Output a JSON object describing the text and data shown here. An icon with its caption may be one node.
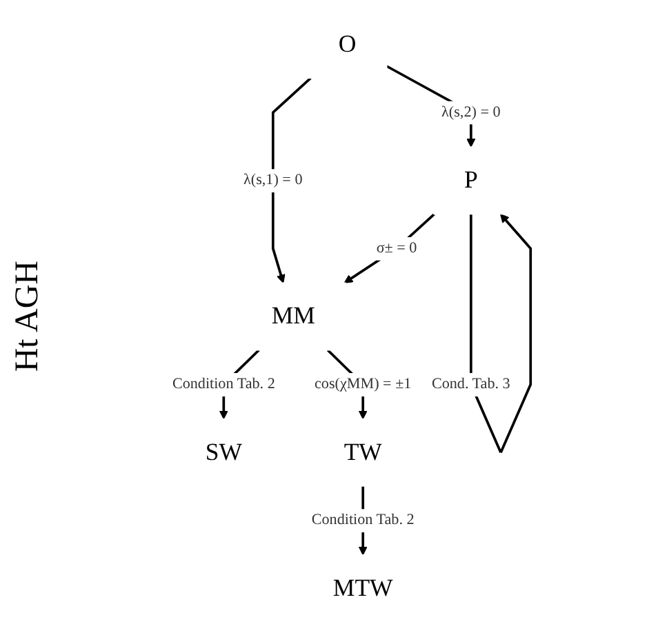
{
  "diagram": {
    "nodes": [
      {
        "text": [
          "O"
        ]
      },
      {
        "text": [
          "P"
        ]
      },
      {
        "text": [
          "MM"
        ]
      },
      {
        "text": [
          "SW"
        ]
      },
      {
        "text": [
          "TW"
        ]
      },
      {
        "text": [
          "MTW"
        ]
      }
    ],
    "edges": [
      {
        "from": 0,
        "to": 1,
        "arrow": "to",
        "label": "λ(s,2) = 0"
      },
      {
        "from": 0,
        "to": 2,
        "arrow": "to",
        "label": "λ(s,1) = 0"
      },
      {
        "from": 1,
        "to": 1,
        "arrow": "to",
        "label": "Cond. Tab. 3"
      },
      {
        "from": 1,
        "to": 2,
        "arrow": "to",
        "label": "σ± = 0"
      },
      {
        "from": 2,
        "to": 3,
        "arrow": "to",
        "label": "Condition Tab. 2"
      },
      {
        "from": 2,
        "to": 4,
        "arrow": "to",
        "label": "cos(χMM) = ±1"
      },
      {
        "from": 4,
        "to": 5,
        "arrow": "to",
        "label": "Condition Tab. 2"
      }
    ],
    "labels": [
      "Ht AGH"
    ]
  }
}
